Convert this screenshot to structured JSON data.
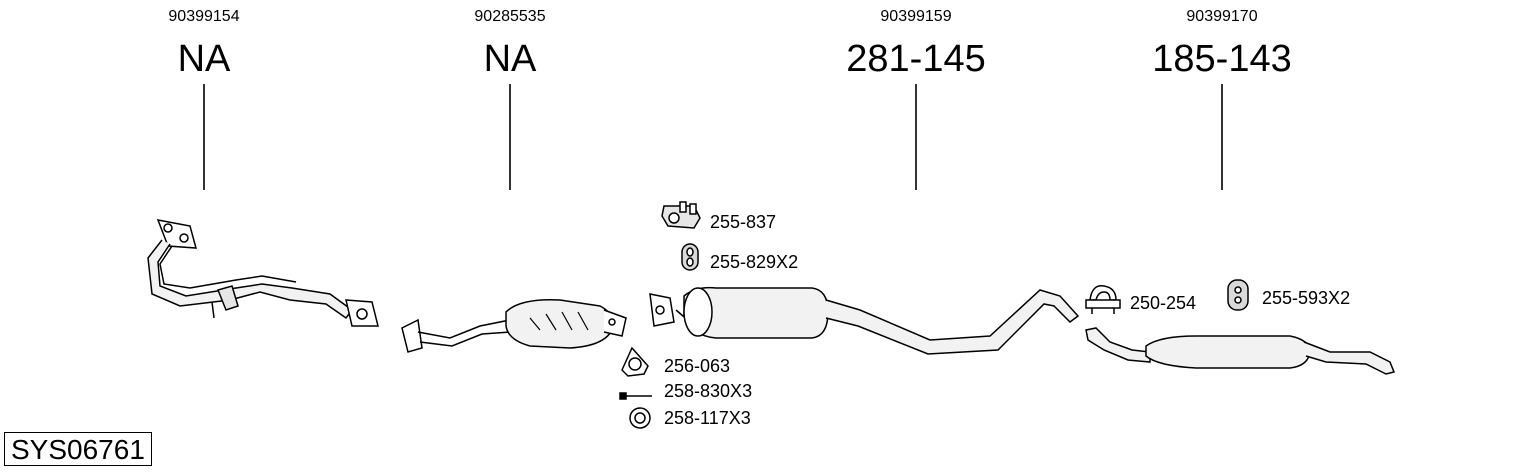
{
  "sections": [
    {
      "oem": "90399154",
      "part": "NA"
    },
    {
      "oem": "90285535",
      "part": "NA"
    },
    {
      "oem": "90399159",
      "part": "281-145"
    },
    {
      "oem": "90399170",
      "part": "185-143"
    }
  ],
  "accessories": {
    "a1": "255-837",
    "a2": "255-829X2",
    "a3": "250-254",
    "a4": "255-593X2",
    "a5": "256-063",
    "a6": "258-830X3",
    "a7": "258-117X3"
  },
  "system_code": "SYS06761"
}
